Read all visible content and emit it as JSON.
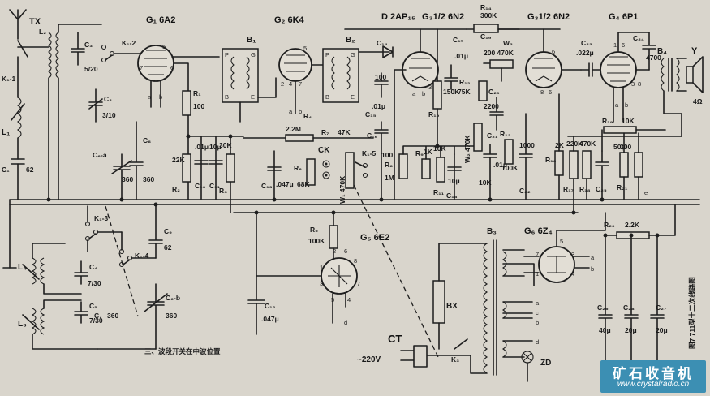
{
  "tubes": {
    "g1": "G₁ 6A2",
    "g2": "G₂ 6K4",
    "g3a": "G₃1/2 6N2",
    "g3b": "G₃1/2 6N2",
    "g4": "G₄ 6P1",
    "g5": "G₅ 6E2",
    "g6": "G₆ 6Z₄",
    "diode": "D 2AP₁₅"
  },
  "transformers": {
    "b1": "B₁",
    "b2": "B₂",
    "b3": "B₃",
    "b4": "B₄"
  },
  "switches": {
    "k1_2": "K₁-2",
    "k1_1": "K₁-1",
    "k1_3": "K₁-3",
    "k1_4": "K₁-4",
    "k1_5": "K₁-5",
    "k3": "K₃",
    "ck": "CK"
  },
  "antenna": {
    "tx": "TX",
    "l1": "L₁",
    "l2": "L₂"
  },
  "coils": {
    "l3": "L₃",
    "l4": "L₄"
  },
  "capacitors": {
    "c1": "C₁",
    "c1v": "62",
    "c2": "C₂",
    "c2v": "3/10",
    "c3": "C₃",
    "c3v": "5/20",
    "c4": "C₄",
    "c4v": "7/30",
    "c5": "C₅",
    "c5v": "7/30",
    "c6a": "C₆-a",
    "c6av": "360",
    "c6b": "C₆-b",
    "c6bv": "360",
    "c7": "C₇",
    "c7v": "360",
    "c8": "C₈",
    "c8v": "360",
    "c9": "C₉",
    "c9v": "62",
    "c10": "C₁₀",
    "c10v": ".01μ",
    "c11": "C₁₁",
    "c11v": "10μ",
    "c12": "C₁₂",
    "c12v": ".047μ",
    "c13": "C₁₃",
    "c13v": ".047μ",
    "c14": "C₁₄",
    "c14v": "100",
    "c15": "C₁₅",
    "c15v": ".01μ",
    "c16": "C₁₆",
    "c16v": "100",
    "c17": "C₁₇",
    "c17v": ".01μ",
    "c18": "C₁₈",
    "c18v": "10μ",
    "c19": "C₁₉",
    "c20": "C₂₀",
    "c20v": "2200",
    "c21": "C₂₁",
    "c21v": ".01μ",
    "c22": "C₂₂",
    "c22v": "1000",
    "c23": "C₂₃",
    "c23v": ".022μ",
    "c24": "C₂₄",
    "c24v": "4700",
    "c25": "C₂₅",
    "c25v": "50μ",
    "c26": "C₂₆",
    "c26v": "40μ",
    "c27": "C₂₇",
    "c27v": "20μ",
    "c28": "C₂₈",
    "c28v": "20μ"
  },
  "resistors": {
    "r1": "R₁",
    "r1v": "100",
    "r2": "R₂",
    "r2v": "22K",
    "r3": "R₃",
    "r3v": "30K",
    "r4": "R₄",
    "r4v": "2.2M",
    "r5": "R₅",
    "r5v": "100K",
    "r6": "R₆",
    "r6v": "68K",
    "r7": "R₇",
    "r7v": "47K",
    "r8": "R₈",
    "r8v": "1M",
    "r9": "R₉",
    "r9v": "1K",
    "r10": "R₁₀",
    "r10v": "150K",
    "r11": "R₁₁",
    "r11v": "10K",
    "r12": "R₁₂",
    "r12v": "75K",
    "r13": "R₁₃",
    "r13v": "100K",
    "r14": "R₁₄",
    "r14v": "300K",
    "r15": "R₁₅",
    "r15v": "10K",
    "r16": "R₁₆",
    "r16v": "2K",
    "r17": "R₁₇",
    "r17v": "220K",
    "r18": "R₁₈",
    "r18v": "470K",
    "r19": "R₁₉",
    "r19v": "10K",
    "r20": "R₂₀",
    "r20v": "2.2K",
    "r21": "R₂₁",
    "r21v": "300"
  },
  "pots": {
    "w1": "W₁ 470K",
    "w2": "W₂ 470K",
    "w3": "W₃",
    "w3v": "200 470K"
  },
  "labels": {
    "k1a": "a",
    "k1b": "b",
    "ohm": "4Ω",
    "speaker": "Y",
    "bx": "BX",
    "ct": "CT",
    "mains": "~220V",
    "zd": "ZD",
    "tap_a": "a",
    "tap_b": "b",
    "tap_c": "c",
    "tap_d": "d",
    "tap_e": "e"
  },
  "notes": {
    "switch_note": "三、波段开关在中波位置",
    "caption": "图7 711型十二次线路图"
  },
  "watermark": {
    "title": "矿石收音机",
    "url": "www.crystalradio.cn",
    "color": "#3c8fb3"
  }
}
